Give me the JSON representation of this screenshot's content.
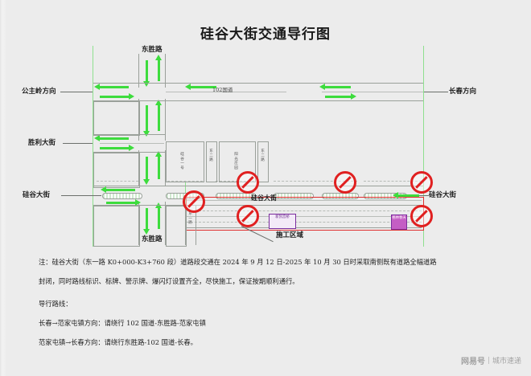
{
  "document": {
    "title": "硅谷大街交通导行图"
  },
  "map": {
    "roads": {
      "dongsheng_top": "东胜路",
      "dongsheng_bottom": "东胜路",
      "gongzhuling_dir": "公主岭方向",
      "changchun_dir": "长春方向",
      "national_road_102": "102国道",
      "shengli_street": "胜利大街",
      "guigu_street_left": "硅谷大街",
      "guigu_street_mid": "硅谷大街",
      "guigu_street_right": "硅谷大街",
      "dong_yi_lu_1": "东一路",
      "dong_yi_lu_2": "东一路",
      "dong_er_lu_1": "东二路",
      "dong_er_lu_2": "东二路"
    },
    "places": {
      "guigu_no1": "硅谷一号",
      "yangguang_garden": "阳光庄园",
      "xinkai_bridge": "新凯宫桥",
      "right_block": "格林春天"
    },
    "annotations": {
      "construction_zone": "施工区域"
    },
    "signs": {
      "no_entry_label": "禁止通行"
    },
    "colors": {
      "arrow_green": "#3ddc3d",
      "road_gray": "#9aa09a",
      "no_entry_red": "#e02020",
      "construction_red": "#e03030",
      "building_purple": "#7b2d9e",
      "background": "#ebebeb"
    }
  },
  "notes": {
    "line1": "注：硅谷大街（东一路 K0+000-K3+760 段）道路段交通在 2024 年 9 月 12 日-2025 年 10 月 30 日时采取南侧既有道路全幅道路",
    "line2": "封闭，同时路线标识、标牌、警示牌、爆闪灯设置齐全，尽快施工，保证按期顺利通行。",
    "line3": "导行路线：",
    "line4": "长春→范家屯镇方向：请绕行 102 国道-东胜路-范家屯镇",
    "line5": "范家屯镇→长春方向：请绕行东胜路-102 国道-长春。"
  },
  "watermark": {
    "brand": "网易号",
    "separator": "|",
    "channel": "城市速递"
  }
}
